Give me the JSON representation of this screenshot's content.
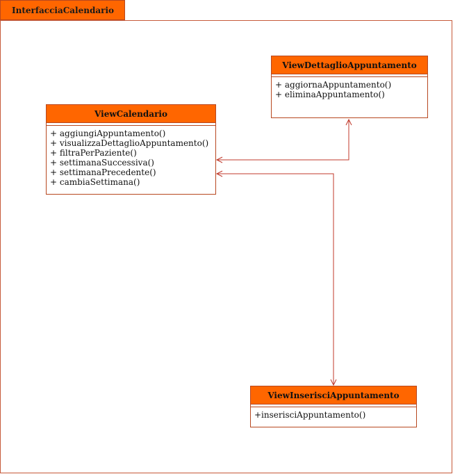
{
  "package": {
    "name": "InterfacciaCalendario"
  },
  "classes": {
    "view_calendario": {
      "name": "ViewCalendario",
      "operations": [
        "+ aggiungiAppuntamento()",
        "+ visualizzaDettaglioAppuntamento()",
        "+ filtraPerPaziente()",
        "+ settimanaSuccessiva()",
        "+ settimanaPrecedente()",
        "+ cambiaSettimana()"
      ]
    },
    "view_dettaglio": {
      "name": "ViewDettaglioAppuntamento",
      "operations": [
        "+ aggiornaAppuntamento()",
        "+ eliminaAppuntamento()"
      ]
    },
    "view_inserisci": {
      "name": "ViewInserisciAppuntamento",
      "operations": [
        "+inserisciAppuntamento()"
      ]
    }
  },
  "colors": {
    "header_fill": "#ff6600",
    "border": "#b7471f",
    "connector": "#c0392b"
  }
}
